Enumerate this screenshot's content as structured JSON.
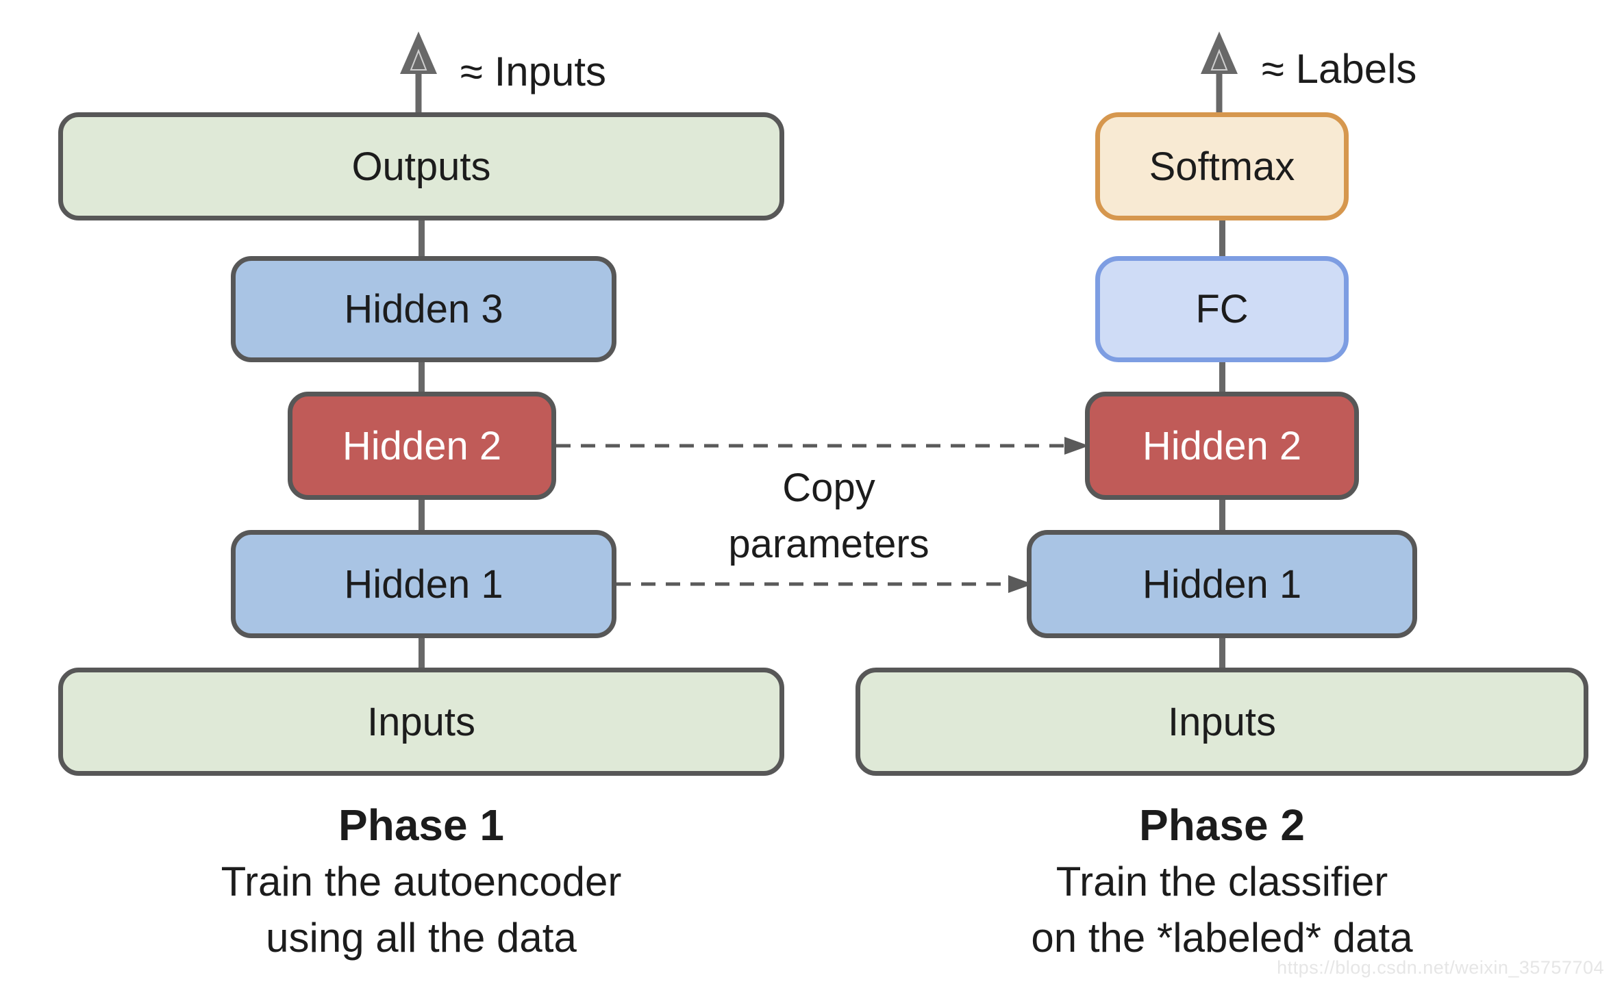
{
  "colors": {
    "background": "#ffffff",
    "box-border-gray": "#575757",
    "green-fill": "#dfe9d7",
    "blue-fill": "#a9c4e4",
    "red-fill": "#c05b58",
    "softmax-fill": "#f8ead3",
    "softmax-border": "#d6974e",
    "fc-fill": "#cfdcf6",
    "fc-border": "#7d9de2",
    "line-gray": "#686868",
    "dash-gray": "#5a5a5a",
    "arrow-inner": "#cfcfcf",
    "text-dark": "#1c1c1c",
    "text-white": "#ffffff",
    "watermark-gray": "#e6e6e6"
  },
  "left": {
    "arrow_label": "≈ Inputs",
    "boxes": [
      {
        "label": "Outputs",
        "color_role": "green"
      },
      {
        "label": "Hidden 3",
        "color_role": "blue"
      },
      {
        "label": "Hidden 2",
        "color_role": "red"
      },
      {
        "label": "Hidden 1",
        "color_role": "blue"
      },
      {
        "label": "Inputs",
        "color_role": "green"
      }
    ],
    "caption": {
      "title": "Phase 1",
      "line1": "Train the autoencoder",
      "line2": "using all the data"
    }
  },
  "right": {
    "arrow_label": "≈ Labels",
    "boxes": [
      {
        "label": "Softmax",
        "color_role": "softmax"
      },
      {
        "label": "FC",
        "color_role": "fc"
      },
      {
        "label": "Hidden 2",
        "color_role": "red"
      },
      {
        "label": "Hidden 1",
        "color_role": "blue"
      },
      {
        "label": "Inputs",
        "color_role": "green"
      }
    ],
    "caption": {
      "title": "Phase 2",
      "line1": "Train the classifier",
      "line2": "on the *labeled* data"
    }
  },
  "copy": {
    "line1": "Copy",
    "line2": "parameters"
  },
  "watermark": "https://blog.csdn.net/weixin_35757704"
}
